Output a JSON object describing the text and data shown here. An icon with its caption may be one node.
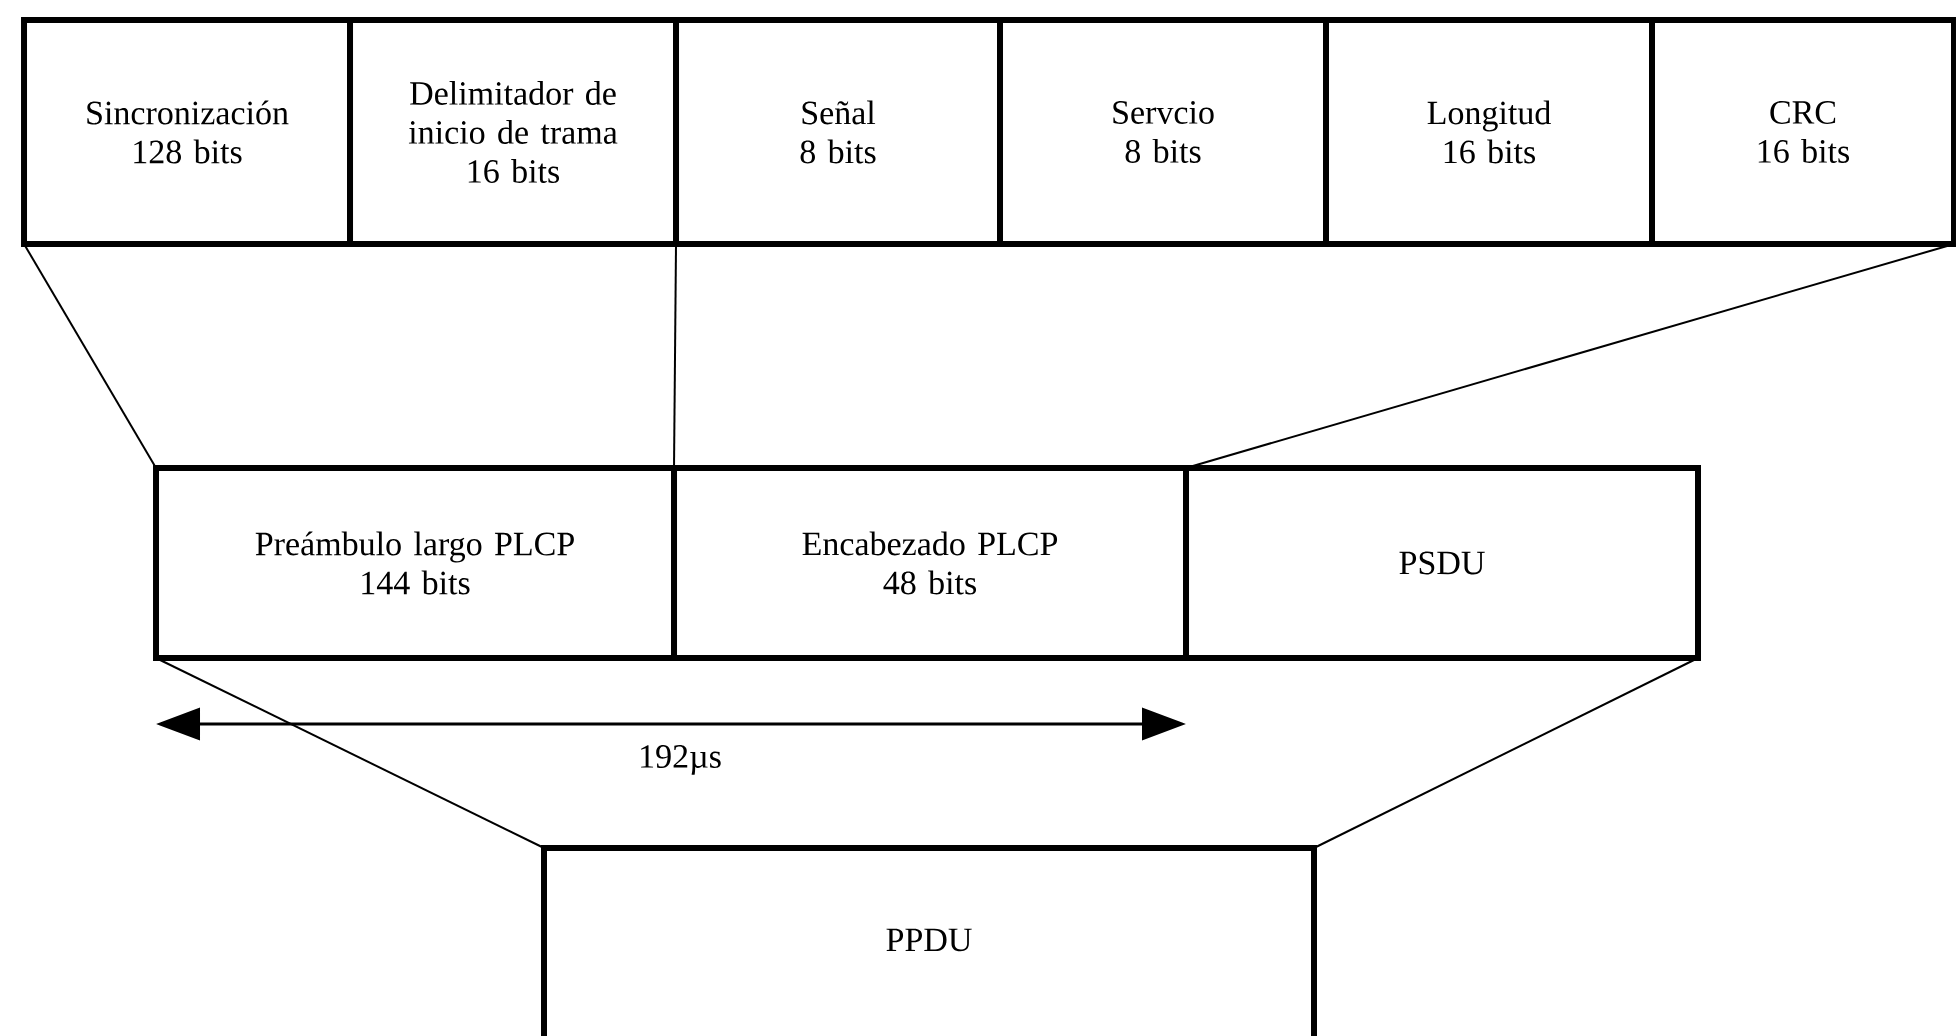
{
  "diagram": {
    "nodes": [
      {
        "text": [
          "Sincronización",
          "128 bits"
        ]
      },
      {
        "text": [
          "Delimitador de inicio de trama",
          "16 bits"
        ]
      },
      {
        "text": [
          "Señal",
          "8 bits"
        ]
      },
      {
        "text": [
          "Servcio",
          "8 bits"
        ]
      },
      {
        "text": [
          "Longitud",
          "16 bits"
        ]
      },
      {
        "text": [
          "CRC",
          "16 bits"
        ]
      },
      {
        "text": [
          "Preámbulo largo PLCP",
          "144 bits"
        ]
      },
      {
        "text": [
          "Encabezado PLCP",
          "48 bits"
        ]
      },
      {
        "text": [
          "PSDU"
        ]
      },
      {
        "text": [
          "PPDU"
        ]
      }
    ],
    "edges": [
      {
        "from": 0,
        "to": 6,
        "arrow": "none"
      },
      {
        "from": 1,
        "to": 7,
        "arrow": "none"
      },
      {
        "from": 5,
        "to": 7,
        "arrow": "none"
      },
      {
        "from": 6,
        "to": 9,
        "arrow": "none"
      },
      {
        "from": 8,
        "to": 9,
        "arrow": "none"
      }
    ],
    "labels": [
      "192µs"
    ]
  }
}
